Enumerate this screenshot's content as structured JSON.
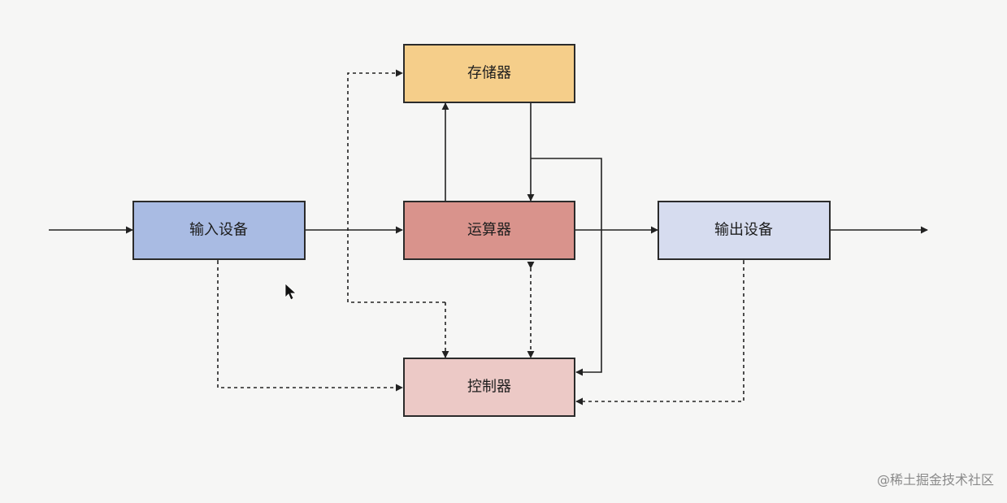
{
  "nodes": {
    "memory": {
      "label": "存储器",
      "color": "#f5ce8a"
    },
    "input": {
      "label": "输入设备",
      "color": "#a9bbe3"
    },
    "alu": {
      "label": "运算器",
      "color": "#d9938c"
    },
    "output": {
      "label": "输出设备",
      "color": "#d6dcef"
    },
    "controller": {
      "label": "控制器",
      "color": "#ecc9c6"
    }
  },
  "watermark": "@稀土掘金技术社区"
}
